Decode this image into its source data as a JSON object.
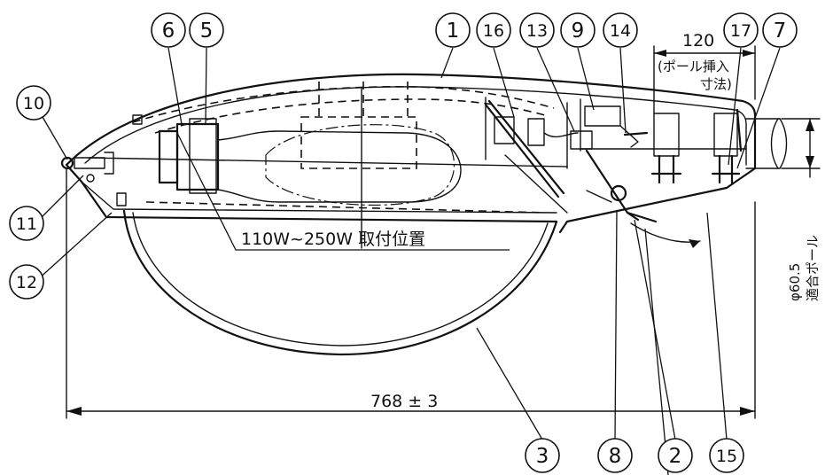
{
  "callouts": [
    "1",
    "2",
    "3",
    "5",
    "6",
    "7",
    "8",
    "9",
    "10",
    "11",
    "12",
    "13",
    "14",
    "15",
    "16",
    "17"
  ],
  "labels": {
    "lamp_position": "110W~250W 取付位置",
    "overall_length": "768 ± 3",
    "pole_dim_value": "120",
    "pole_insert_line1": "(ポール挿入",
    "pole_insert_line2": "寸法)",
    "pole_diameter": "φ60.5",
    "pole_fit": "適合ポール"
  }
}
